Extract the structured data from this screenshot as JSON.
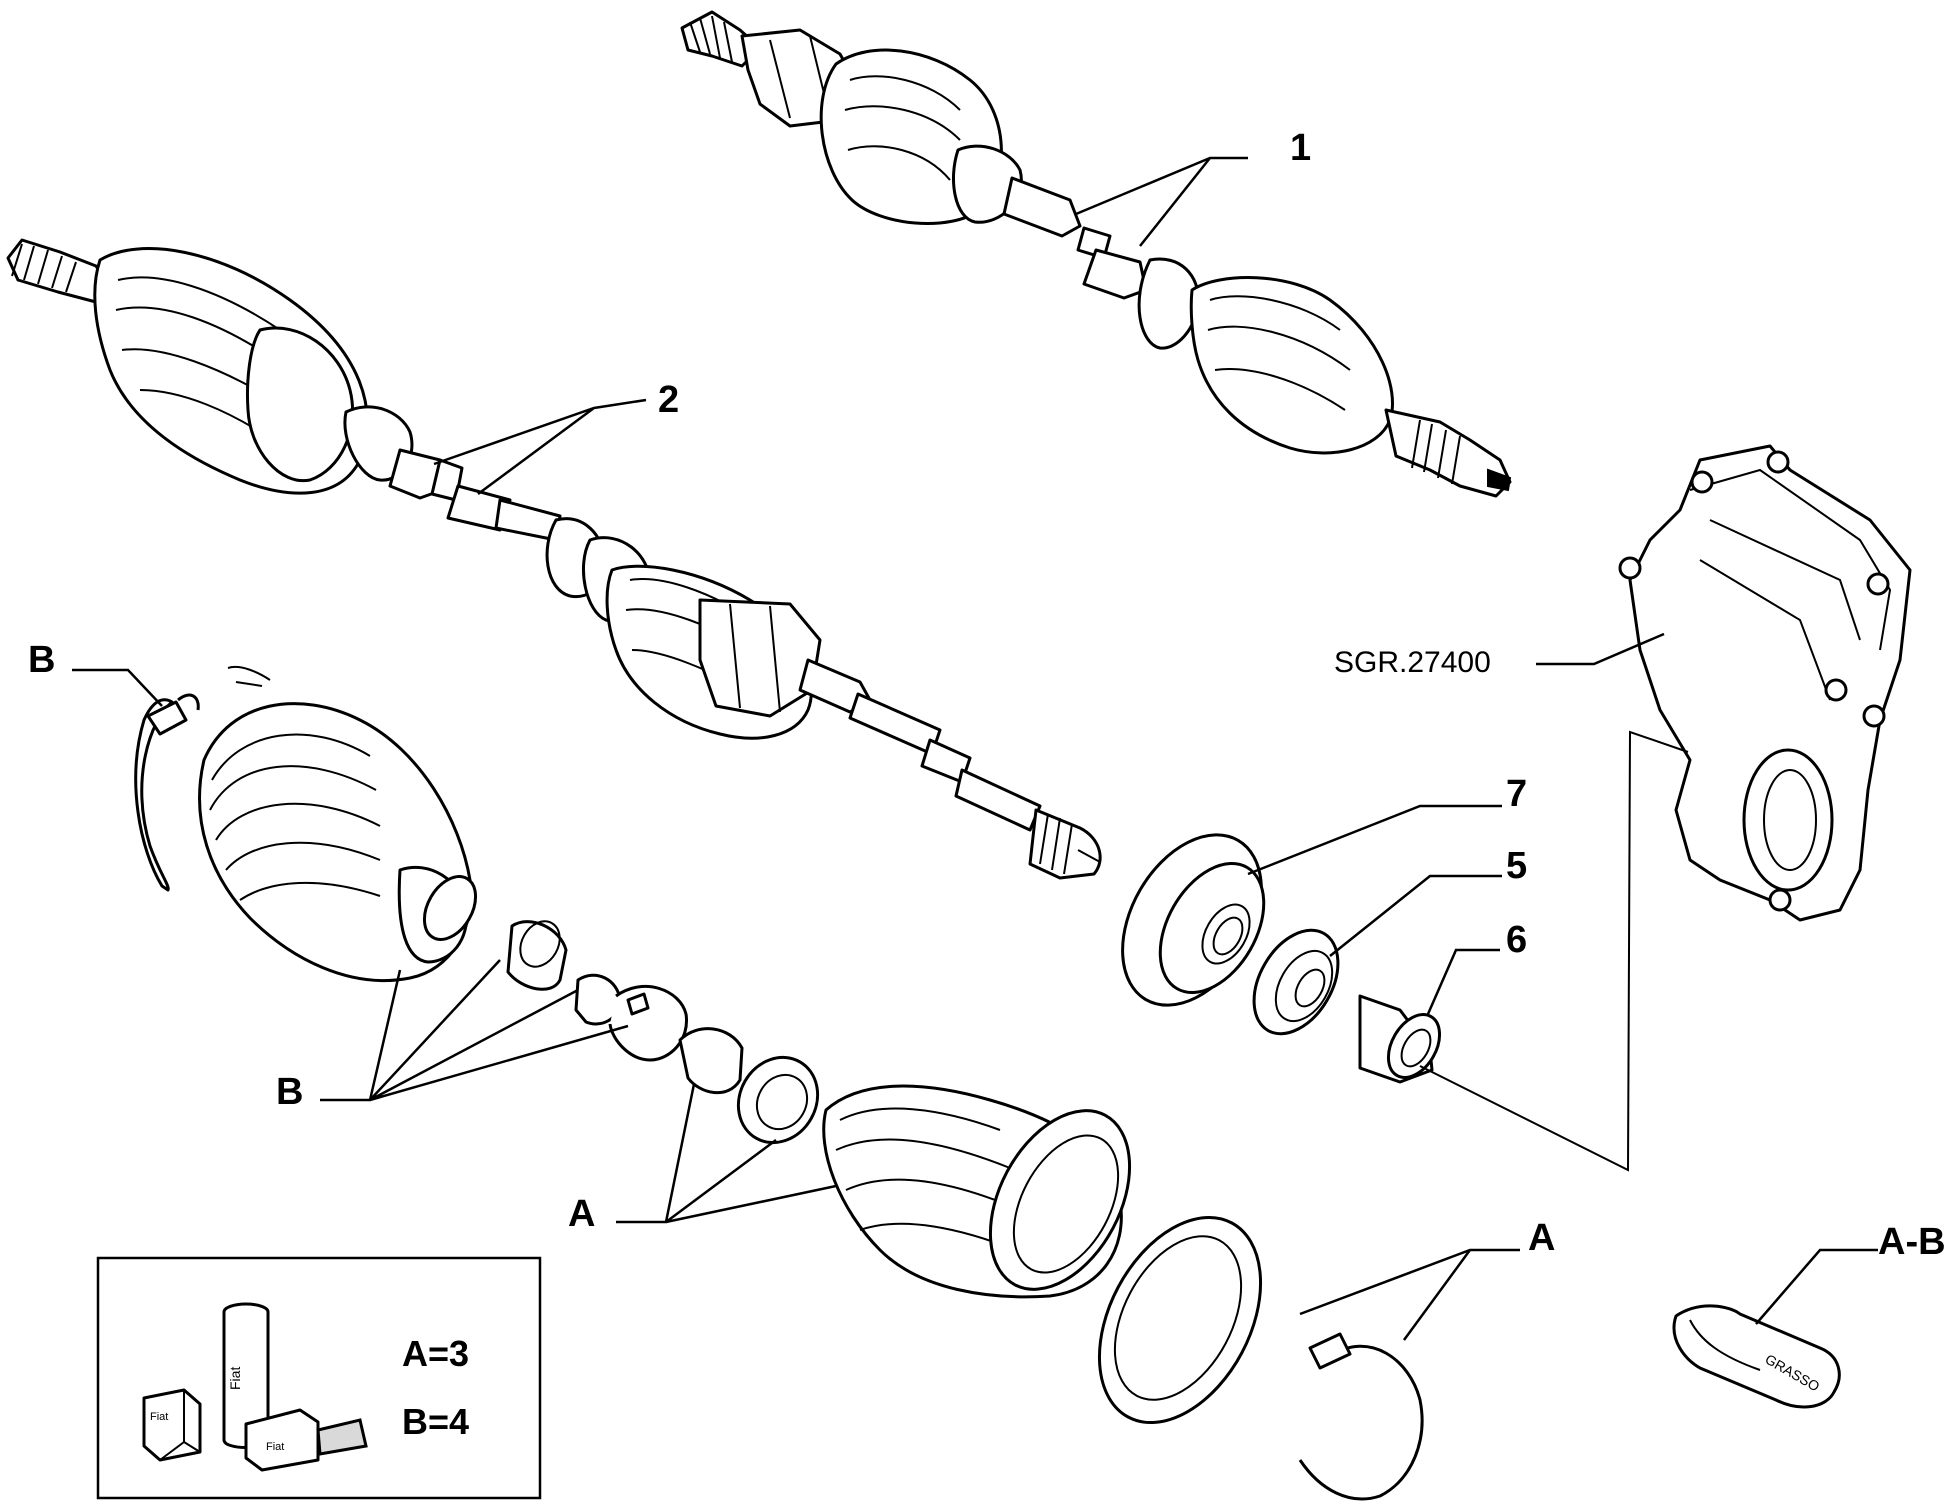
{
  "callouts": {
    "c1": "1",
    "c2": "2",
    "c5": "5",
    "c6": "6",
    "c7": "7",
    "b_top": "B",
    "b_bottom": "B",
    "a_left": "A",
    "a_right": "A",
    "ab": "A-B"
  },
  "reference": "SGR.27400",
  "legend": {
    "a_count": "A=3",
    "b_count": "B=4",
    "can_text": "Fiat",
    "box_text": "Fiat"
  },
  "grease_pack_label": "GRASSO",
  "colors": {
    "ink": "#000000",
    "paper": "#ffffff"
  }
}
